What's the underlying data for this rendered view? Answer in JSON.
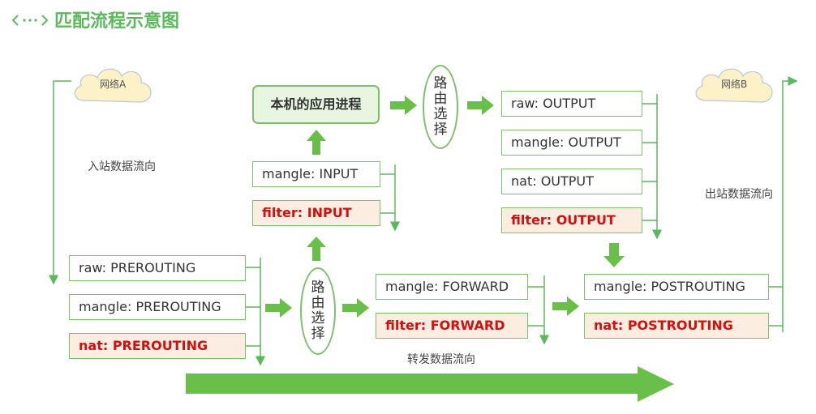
{
  "title": "匹配流程示意图",
  "network_a": "网络A",
  "network_b": "网络B",
  "inbound_label": "入站数据流向",
  "outbound_label": "出站数据流向",
  "forward_label": "转发数据流向",
  "local_process": "本机的应用进程",
  "routing_chars": [
    "路",
    "由",
    "选",
    "择"
  ],
  "prerouting_chain": [
    {
      "table": "raw",
      "chain": "PREROUTING",
      "highlight": false
    },
    {
      "table": "mangle",
      "chain": "PREROUTING",
      "highlight": false
    },
    {
      "table": "nat",
      "chain": "PREROUTING",
      "highlight": true
    }
  ],
  "input_chain": [
    {
      "table": "mangle",
      "chain": "INPUT",
      "highlight": false
    },
    {
      "table": "filter",
      "chain": "INPUT",
      "highlight": true
    }
  ],
  "output_chain": [
    {
      "table": "raw",
      "chain": "OUTPUT",
      "highlight": false
    },
    {
      "table": "mangle",
      "chain": "OUTPUT",
      "highlight": false
    },
    {
      "table": "nat",
      "chain": "OUTPUT",
      "highlight": false
    },
    {
      "table": "filter",
      "chain": "OUTPUT",
      "highlight": true
    }
  ],
  "forward_chain": [
    {
      "table": "mangle",
      "chain": "FORWARD",
      "highlight": false
    },
    {
      "table": "filter",
      "chain": "FORWARD",
      "highlight": true
    }
  ],
  "postrouting_chain": [
    {
      "table": "mangle",
      "chain": "POSTROUTING",
      "highlight": false
    },
    {
      "table": "nat",
      "chain": "POSTROUTING",
      "highlight": true
    }
  ],
  "colors": {
    "accent_green": "#7dc06a",
    "arrow_green": "#5cb85c",
    "highlight_red": "#d21010",
    "highlight_fill": "#fbeee0"
  }
}
